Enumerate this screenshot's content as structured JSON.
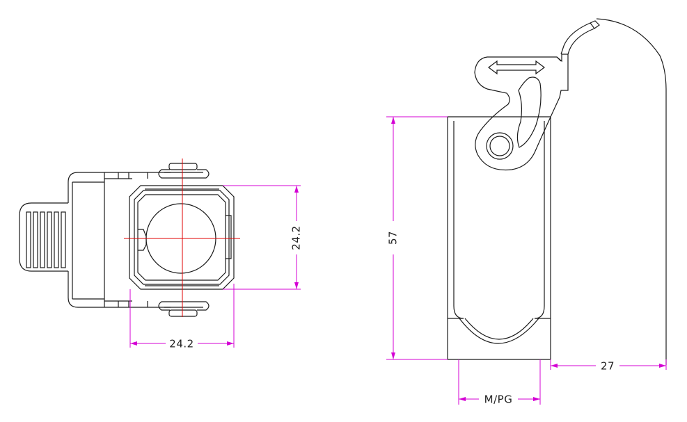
{
  "drawing": {
    "colors": {
      "outline": "#1a1a1a",
      "dimension": "#d400d4",
      "centerline": "#e00000",
      "background": "#ffffff"
    },
    "top_view": {
      "width_label": "24.2",
      "height_label": "24.2"
    },
    "side_view": {
      "height_label": "57",
      "thread_label": "M/PG",
      "lever_label": "27"
    }
  }
}
